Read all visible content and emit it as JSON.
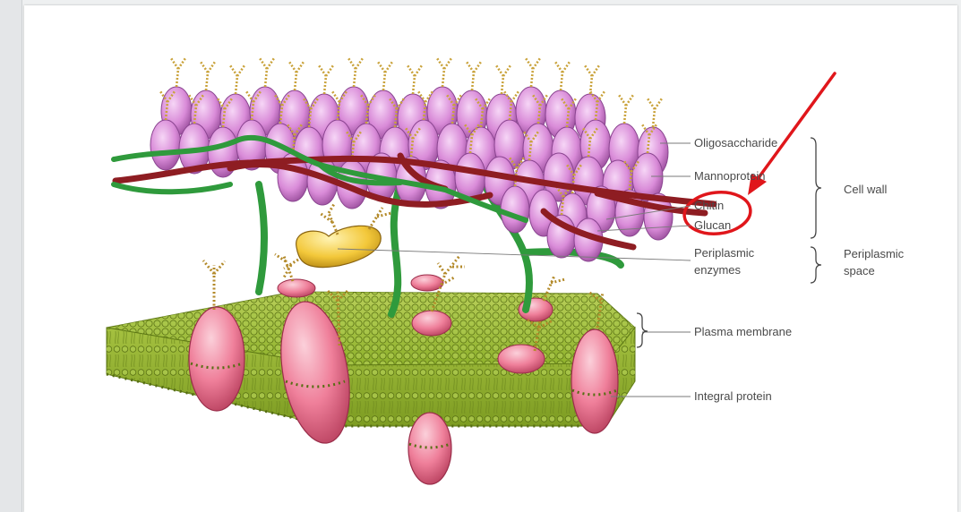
{
  "labels": {
    "oligosaccharide": "Oligosaccharide",
    "mannoprotein": "Mannoprotein",
    "chitin": "Chitin",
    "glucan": "Glucan",
    "periplasmic_enzymes_1": "Periplasmic",
    "periplasmic_enzymes_2": "enzymes",
    "plasma_membrane": "Plasma membrane",
    "integral_protein": "Integral protein"
  },
  "groups": {
    "cell_wall": "Cell wall",
    "periplasmic_space_1": "Periplasmic",
    "periplasmic_space_2": "space"
  },
  "colors": {
    "mannoprotein": "#d98bd8",
    "chitin": "#8e1d22",
    "glucan": "#2f9a3c",
    "membrane": "#8fb22c",
    "integral_protein": "#ef7f9a",
    "enzyme": "#f3c83a",
    "annotation": "#e0161b",
    "oligosaccharide": "#c9a23a"
  }
}
